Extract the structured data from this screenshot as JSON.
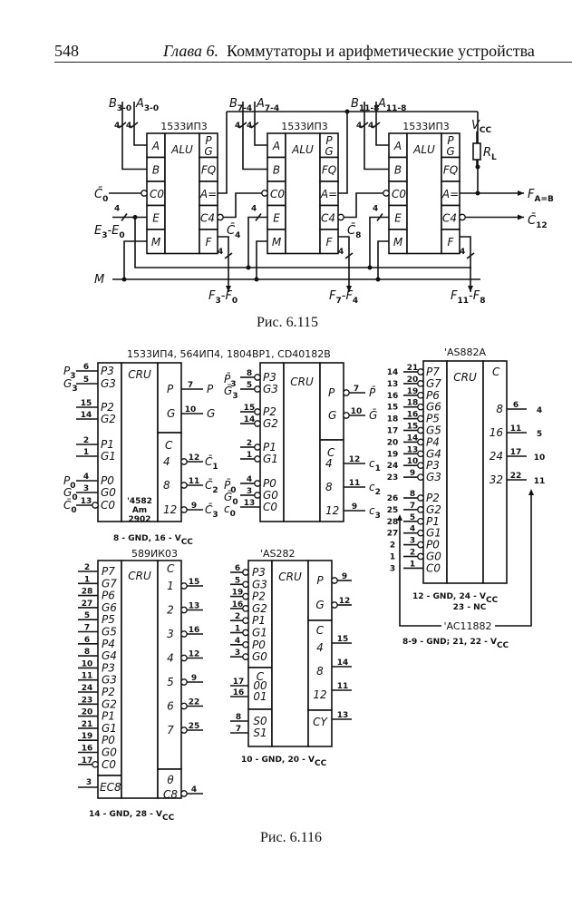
{
  "header": {
    "page_number": "548",
    "chapter": "Глава 6.",
    "chapter_title": "Коммутаторы и арифметические устройства"
  },
  "figure_115": {
    "caption": "Рис. 6.115",
    "chips": [
      {
        "part": "1533ИП3",
        "core": "ALU",
        "left_pins": [
          "A",
          "B",
          "C0",
          "E",
          "M"
        ],
        "right_pins": [
          "P G",
          "FQ",
          "A=",
          "C4",
          "F"
        ]
      },
      {
        "part": "1533ИП3",
        "core": "ALU",
        "left_pins": [
          "A",
          "B",
          "C0",
          "E",
          "M"
        ],
        "right_pins": [
          "P G",
          "FQ",
          "A=",
          "C4",
          "F"
        ]
      },
      {
        "part": "1533ИП3",
        "core": "ALU",
        "left_pins": [
          "A",
          "B",
          "C0",
          "E",
          "M"
        ],
        "right_pins": [
          "P G",
          "FQ",
          "A=",
          "C4",
          "F"
        ]
      }
    ],
    "inputs": [
      {
        "b": "B",
        "b_sub": "3-0",
        "a": "A",
        "a_sub": "3-0"
      },
      {
        "b": "B",
        "b_sub": "7-4",
        "a": "A",
        "a_sub": "7-4"
      },
      {
        "b": "B",
        "b_sub": "11-8",
        "a": "A",
        "a_sub": "11-8"
      }
    ],
    "bus_width": "4",
    "carry_in": "C̄",
    "carry_in_sub": "0",
    "e_label": "E",
    "e_sub1": "3",
    "e_mid": "-E",
    "e_sub2": "0",
    "m_label": "M",
    "carry_mid": [
      {
        "c": "C̄",
        "sub": "4"
      },
      {
        "c": "C̄",
        "sub": "8"
      }
    ],
    "outputs": [
      {
        "f": "F",
        "s1": "3",
        "mid": "-F",
        "s2": "0"
      },
      {
        "f": "F",
        "s1": "7",
        "mid": "-F",
        "s2": "4"
      },
      {
        "f": "F",
        "s1": "11",
        "mid": "-F",
        "s2": "8"
      }
    ],
    "vcc": "V",
    "vcc_sub": "CC",
    "rl": "R",
    "rl_sub": "L",
    "fab": "F",
    "fab_sub": "A=B",
    "c12": "C̄",
    "c12_sub": "12"
  },
  "figure_116": {
    "caption": "Рис. 6.116",
    "chip1": {
      "title": "1533ИП4, 564ИП4, 1804ВР1, CD40182B",
      "core": "CRU",
      "left_pins": [
        {
          "ext": "P",
          "ext_sub": "3",
          "num": "6",
          "name": "P3"
        },
        {
          "ext": "G",
          "ext_sub": "3",
          "num": "5",
          "name": "G3"
        },
        {
          "ext": "",
          "ext_sub": "",
          "num": "15",
          "name": "P2"
        },
        {
          "ext": "",
          "ext_sub": "",
          "num": "14",
          "name": "G2"
        },
        {
          "ext": "",
          "ext_sub": "",
          "num": "2",
          "name": "P1"
        },
        {
          "ext": "",
          "ext_sub": "",
          "num": "1",
          "name": "G1"
        },
        {
          "ext": "P",
          "ext_sub": "0",
          "num": "4",
          "name": "P0"
        },
        {
          "ext": "G",
          "ext_sub": "0",
          "num": "3",
          "name": "G0"
        },
        {
          "ext": "C̄",
          "ext_sub": "0",
          "num": "13",
          "name": "C0"
        }
      ],
      "right_top": [
        {
          "name": "P",
          "num": "7",
          "ext": "P"
        },
        {
          "name": "G",
          "num": "10",
          "ext": "G"
        }
      ],
      "right_c_header": "C",
      "right_c": [
        {
          "name": "4",
          "num": "12",
          "ext": "C̄",
          "sub": "1"
        },
        {
          "name": "8",
          "num": "11",
          "ext": "C̄",
          "sub": "2"
        },
        {
          "name": "12",
          "num": "9",
          "ext": "C̄",
          "sub": "3"
        }
      ],
      "core_note": [
        "'4582",
        "Am",
        "2902"
      ],
      "power": "8 - GND, 16 - V",
      "power_sub": "CC"
    },
    "chip2": {
      "core": "CRU",
      "left_ext": [
        {
          "t": "P̄",
          "s": "3"
        },
        {
          "t": "Ḡ",
          "s": "3"
        },
        {
          "t": "P̄",
          "s": "0"
        },
        {
          "t": "Ḡ",
          "s": "0"
        },
        {
          "t": "c",
          "s": "0"
        }
      ],
      "left_pins": [
        {
          "num": "8",
          "name": "P3"
        },
        {
          "num": "5",
          "name": "G3"
        },
        {
          "num": "15",
          "name": "P2"
        },
        {
          "num": "14",
          "name": "G2"
        },
        {
          "num": "2",
          "name": "P1"
        },
        {
          "num": "1",
          "name": "G1"
        },
        {
          "num": "4",
          "name": "P0"
        },
        {
          "num": "3",
          "name": "G0"
        },
        {
          "num": "13",
          "name": "C0"
        }
      ],
      "right_top": [
        {
          "name": "P",
          "num": "7",
          "ext": "P̄"
        },
        {
          "name": "G",
          "num": "10",
          "ext": "Ḡ"
        }
      ],
      "right_c_header": "C",
      "right_c": [
        {
          "name": "4",
          "num": "12",
          "ext": "c",
          "sub": "1"
        },
        {
          "name": "8",
          "num": "11",
          "ext": "c",
          "sub": "2"
        },
        {
          "name": "12",
          "num": "9",
          "ext": "c",
          "sub": "3"
        }
      ]
    },
    "chip3": {
      "title": "'AS882A",
      "core": "CRU",
      "left_pins": [
        {
          "alt": "14",
          "num": "21",
          "name": "P7"
        },
        {
          "alt": "13",
          "num": "20",
          "name": "G7"
        },
        {
          "alt": "16",
          "num": "19",
          "name": "P6"
        },
        {
          "alt": "15",
          "num": "18",
          "name": "G6"
        },
        {
          "alt": "18",
          "num": "16",
          "name": "P5"
        },
        {
          "alt": "17",
          "num": "15",
          "name": "G5"
        },
        {
          "alt": "20",
          "num": "14",
          "name": "P4"
        },
        {
          "alt": "19",
          "num": "13",
          "name": "G4"
        },
        {
          "alt": "24",
          "num": "10",
          "name": "P3"
        },
        {
          "alt": "23",
          "num": "9",
          "name": "G3"
        },
        {
          "alt": "26",
          "num": "8",
          "name": "P2"
        },
        {
          "alt": "25",
          "num": "7",
          "name": "G2"
        },
        {
          "alt": "28",
          "num": "5",
          "name": "P1"
        },
        {
          "alt": "27",
          "num": "4",
          "name": "G1"
        },
        {
          "alt": "2",
          "num": "3",
          "name": "P0"
        },
        {
          "alt": "1",
          "num": "2",
          "name": "G0"
        },
        {
          "alt": "3",
          "num": "1",
          "name": "C0"
        }
      ],
      "right_c_header": "C",
      "right_c": [
        {
          "name": "8",
          "num": "6",
          "alt": "4"
        },
        {
          "name": "16",
          "num": "11",
          "alt": "5"
        },
        {
          "name": "24",
          "num": "17",
          "alt": "10"
        },
        {
          "name": "32",
          "num": "22",
          "alt": "11"
        }
      ],
      "power1": "12 - GND, 24 - V",
      "power1_sub": "CC",
      "power2": "23 - NC",
      "alt_title": "'AC11882",
      "power3": "8-9 - GND; 21, 22 - V",
      "power3_sub": "CC"
    },
    "chip4": {
      "title": "589ИК03",
      "core": "CRU",
      "left_pins": [
        {
          "num": "2",
          "name": "P7"
        },
        {
          "num": "1",
          "name": "G7"
        },
        {
          "num": "28",
          "name": "P6"
        },
        {
          "num": "27",
          "name": "G6"
        },
        {
          "num": "5",
          "name": "P5"
        },
        {
          "num": "7",
          "name": "G5"
        },
        {
          "num": "6",
          "name": "P4"
        },
        {
          "num": "8",
          "name": "G4"
        },
        {
          "num": "10",
          "name": "P3"
        },
        {
          "num": "11",
          "name": "G3"
        },
        {
          "num": "24",
          "name": "P2"
        },
        {
          "num": "23",
          "name": "G2"
        },
        {
          "num": "20",
          "name": "P1"
        },
        {
          "num": "21",
          "name": "G1"
        },
        {
          "num": "19",
          "name": "P0"
        },
        {
          "num": "16",
          "name": "G0"
        },
        {
          "num": "17",
          "name": "C0"
        }
      ],
      "ec_pin": {
        "num": "3",
        "name": "EC8"
      },
      "right_c_header": "C",
      "right_c": [
        {
          "name": "1",
          "num": "15"
        },
        {
          "name": "2",
          "num": "13"
        },
        {
          "name": "3",
          "num": "16"
        },
        {
          "name": "4",
          "num": "12"
        },
        {
          "name": "5",
          "num": "9"
        },
        {
          "name": "6",
          "num": "22"
        },
        {
          "name": "7",
          "num": "25"
        }
      ],
      "theta_header": "θ",
      "c8": {
        "name": "C8",
        "num": "4"
      },
      "power": "14 - GND, 28 - V",
      "power_sub": "CC"
    },
    "chip5": {
      "title": "'AS282",
      "core": "CRU",
      "left_pins": [
        {
          "num": "6",
          "name": "P3"
        },
        {
          "num": "5",
          "name": "G3"
        },
        {
          "num": "19",
          "name": "P2"
        },
        {
          "num": "16",
          "name": "G2"
        },
        {
          "num": "2",
          "name": "P1"
        },
        {
          "num": "1",
          "name": "G1"
        },
        {
          "num": "4",
          "name": "P0"
        },
        {
          "num": "3",
          "name": "G0"
        }
      ],
      "c_block": {
        "header": "C",
        "pins": [
          {
            "num": "17",
            "name": "00"
          },
          {
            "num": "16",
            "name": "01"
          }
        ]
      },
      "s_block": {
        "pins": [
          {
            "num": "8",
            "name": "S0"
          },
          {
            "num": "7",
            "name": "S1"
          }
        ]
      },
      "right_top": [
        {
          "name": "P",
          "num": "9"
        },
        {
          "name": "G",
          "num": "12"
        }
      ],
      "right_c_header": "C",
      "right_c": [
        {
          "name": "4",
          "num": "15"
        },
        {
          "name": "8",
          "num": "14"
        },
        {
          "name": "12",
          "num": "11"
        }
      ],
      "cy": {
        "name": "CY",
        "num": "13"
      },
      "power": "10 - GND, 20 - V",
      "power_sub": "CC"
    }
  }
}
